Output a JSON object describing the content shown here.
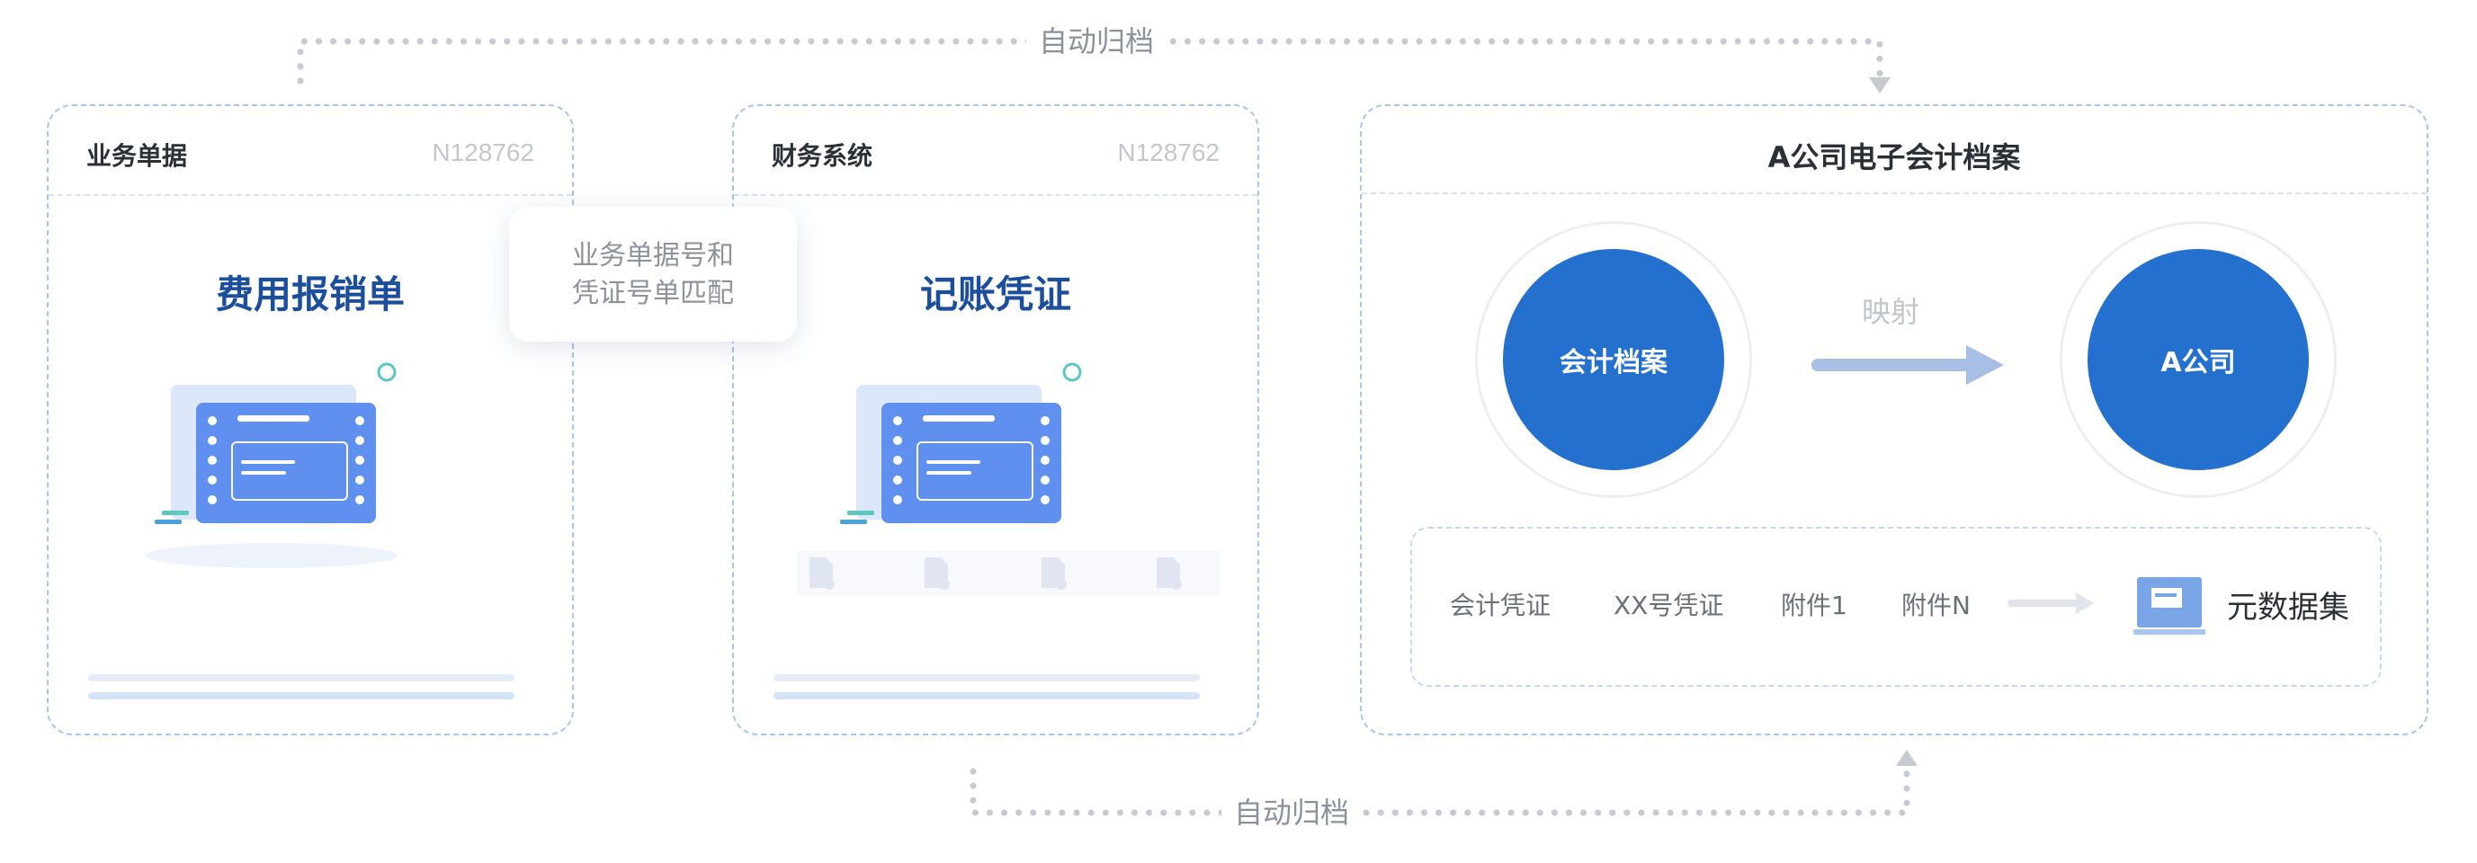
{
  "flow": {
    "top_label": "自动归档",
    "bottom_label": "自动归档"
  },
  "colors": {
    "accent_blue": "#2370cf",
    "title_blue": "#1c4e9e",
    "card_border": "#a9c5ee",
    "connector_gray": "#c7cbd1"
  },
  "business_card": {
    "title": "业务单据",
    "code": "N128762",
    "doc_title": "费用报销单"
  },
  "finance_card": {
    "title": "财务系统",
    "code": "N128762",
    "doc_title": "记账凭证"
  },
  "match_box": {
    "line1": "业务单据号和",
    "line2": "凭证号单匹配"
  },
  "archive_card": {
    "title": "A公司电子会计档案",
    "left_circle": "会计档案",
    "map_label": "映射",
    "right_circle": "A公司",
    "items": [
      "会计凭证",
      "XX号凭证",
      "附件1",
      "附件N"
    ],
    "metadata_label": "元数据集"
  },
  "icons": {
    "flow_arrow": "right-arrow-icon",
    "document": "document-icon",
    "dataset": "dataset-icon",
    "voucher": "voucher-illustration"
  }
}
